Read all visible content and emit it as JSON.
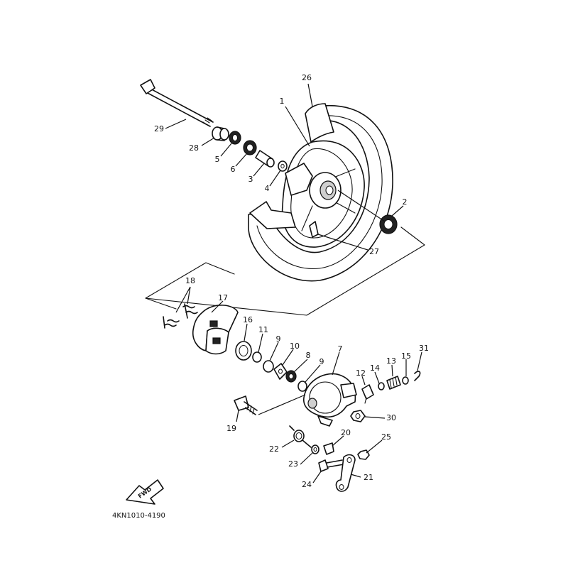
{
  "diagram_code": "4KN1010-4190",
  "fwd_label": "FWD",
  "callouts": {
    "p1": "1",
    "p2": "2",
    "p3": "3",
    "p4": "4",
    "p5": "5",
    "p6": "6",
    "p7": "7",
    "p8": "8",
    "p9a": "9",
    "p9b": "9",
    "p10": "10",
    "p11": "11",
    "p12": "12",
    "p13": "13",
    "p14": "14",
    "p15": "15",
    "p16": "16",
    "p17": "17",
    "p18": "18",
    "p19": "19",
    "p20": "20",
    "p21": "21",
    "p22": "22",
    "p23": "23",
    "p24": "24",
    "p25": "25",
    "p26": "26",
    "p27": "27",
    "p28": "28",
    "p29": "29",
    "p30": "30",
    "p31": "31"
  }
}
